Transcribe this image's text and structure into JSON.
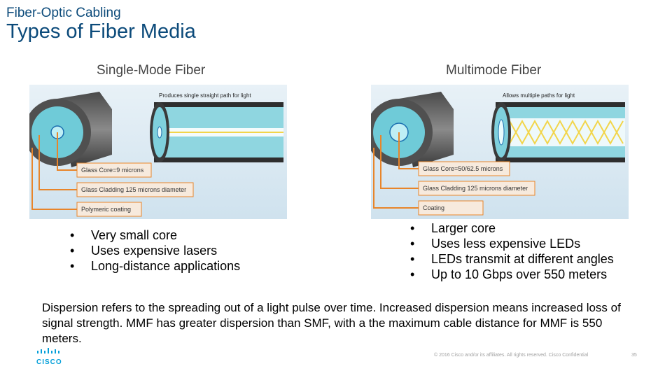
{
  "header": {
    "subtitle": "Fiber-Optic Cabling",
    "title": "Types of Fiber Media"
  },
  "single_mode": {
    "heading": "Single-Mode Fiber",
    "diagram": {
      "top_label": "Produces single straight path for light",
      "labels": [
        "Glass Core=9 microns",
        "Glass Cladding 125 microns diameter",
        "Polymeric coating"
      ]
    },
    "bullets": [
      "Very small core",
      "Uses expensive lasers",
      "Long-distance applications"
    ]
  },
  "multi_mode": {
    "heading": "Multimode Fiber",
    "diagram": {
      "top_label": "Allows multiple paths for light",
      "labels": [
        "Glass Core=50/62.5 microns",
        "Glass Cladding 125 microns diameter",
        "Coating"
      ]
    },
    "bullets": [
      "Larger core",
      "Uses less expensive LEDs",
      "LEDs transmit at different angles",
      "Up to 10 Gbps over 550 meters"
    ]
  },
  "note": "Dispersion refers to the spreading out of a light pulse over time. Increased dispersion means increased loss of signal strength. MMF has greater dispersion than SMF, with a the maximum cable distance for MMF is 550 meters.",
  "footer": {
    "logo_text": "CISCO",
    "copyright": "© 2016  Cisco and/or its affiliates. All rights reserved.   Cisco Confidential",
    "page_number": "35"
  },
  "colors": {
    "title": "#0b4a7a",
    "diagram_bg": "#dceaf3",
    "cladding": "#66c8d6",
    "coating": "#555555",
    "arrow": "#e8852a",
    "cisco_blue": "#049fd9"
  }
}
